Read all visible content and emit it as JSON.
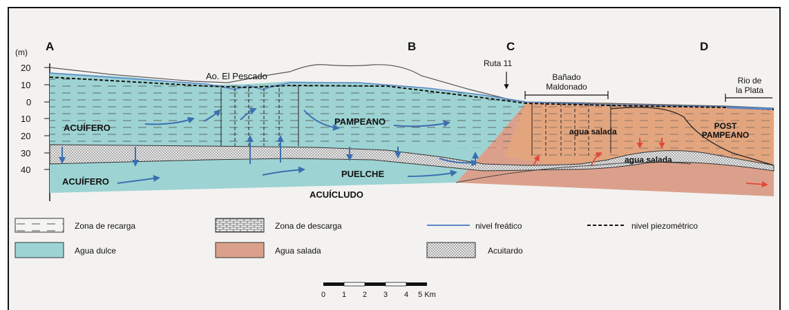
{
  "diagram": {
    "unit_label": "(m)",
    "section_letters": [
      "A",
      "B",
      "C",
      "D"
    ],
    "depth_ticks": [
      "20",
      "10",
      "0",
      "10",
      "20",
      "30",
      "40"
    ],
    "place_labels": {
      "pescado": "Ao. El Pescado",
      "ruta": "Ruta 11",
      "banado_line1": "Bañado",
      "banado_line2": "Maldonado",
      "rio_line1": "Rio de",
      "rio_line2": "la Plata"
    },
    "unit_labels": {
      "acuifero_top": "ACUÍFERO",
      "pampeano": "PAMPEANO",
      "agua_salada_1": "agua salada",
      "post_line1": "POST",
      "post_line2": "PAMPEANO",
      "agua_salada_2": "agua salada",
      "acuifero_bottom": "ACUÍFERO",
      "puelche": "PUELCHE",
      "acuicludo": "ACUÍCLUDO"
    },
    "colors": {
      "agua_dulce": "#9dd3d3",
      "agua_salada": "#dba08c",
      "saline_zone": "#e3a57e",
      "flow_arrows": "#3b6fb0",
      "saline_arrows": "#e0483a"
    }
  },
  "legend": {
    "recarga": "Zona de recarga",
    "descarga": "Zona de descarga",
    "freatico": "nivel freático",
    "piezometrico": "nivel piezométrico",
    "dulce": "Agua dulce",
    "salada": "Agua salada",
    "acuitardo": "Acuitardo"
  },
  "scale_bar": {
    "ticks": [
      "0",
      "1",
      "2",
      "3",
      "4",
      "5 Km"
    ]
  }
}
